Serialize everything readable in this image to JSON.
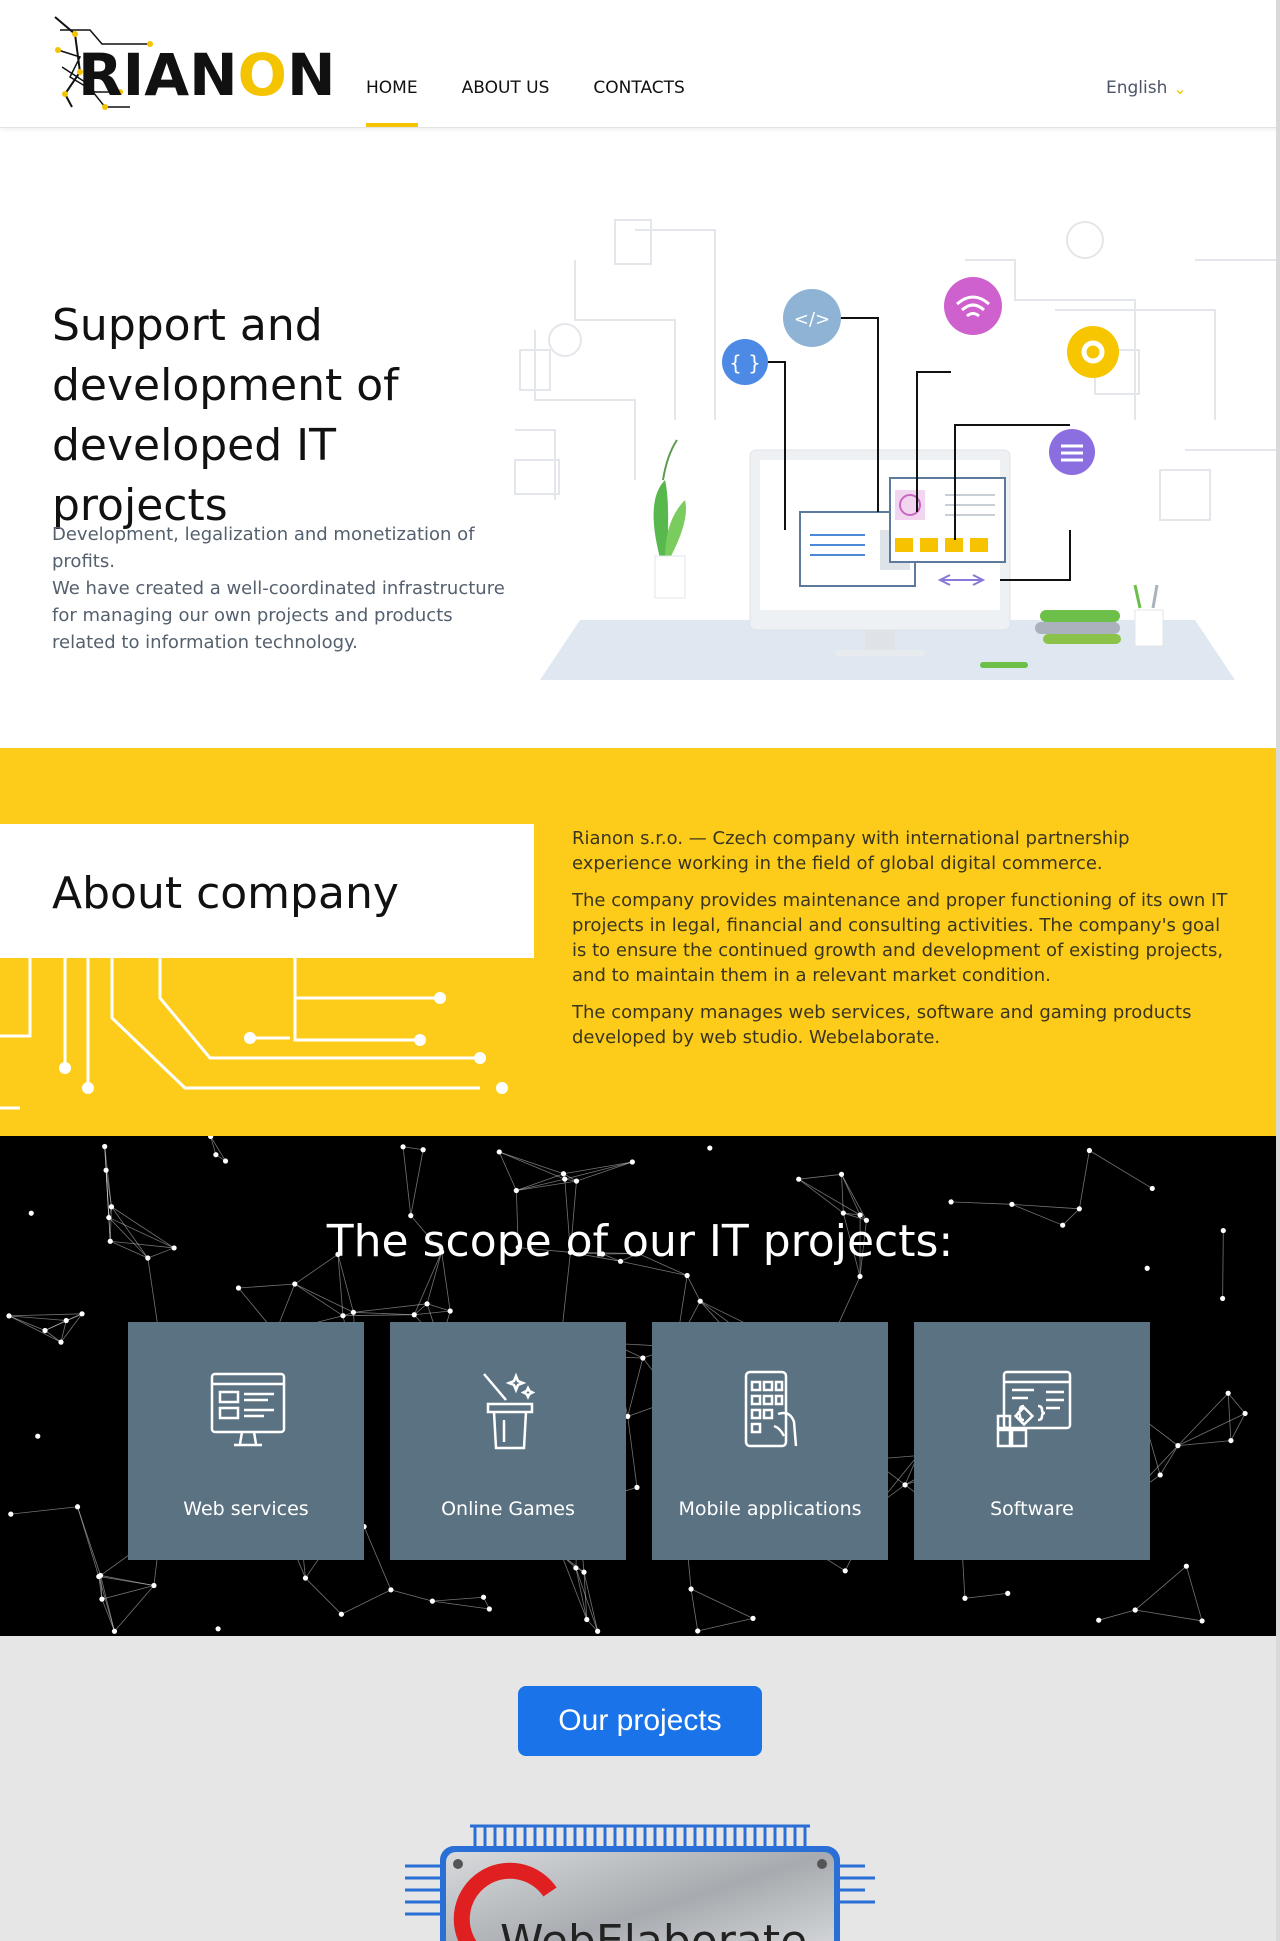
{
  "header": {
    "logo_text": "RIANON",
    "nav": [
      {
        "label": "HOME",
        "active": true
      },
      {
        "label": "ABOUT US",
        "active": false
      },
      {
        "label": "CONTACTS",
        "active": false
      }
    ],
    "language": "English"
  },
  "hero": {
    "title": "Support and development of developed IT projects",
    "desc_line1": "Development, legalization and monetization of profits.",
    "desc_line2": "We have created a well-coordinated infrastructure for managing our own projects and products related to information technology."
  },
  "about": {
    "title": "About company",
    "paragraphs": [
      "Rianon s.r.o. — Czech company with international partnership experience working in the field of global digital commerce.",
      "The company provides maintenance and proper functioning of its own IT projects in legal, financial and consulting activities. The company's goal is to ensure the continued growth and development of existing projects, and to maintain them in a relevant market condition.",
      "The company manages web services, software and gaming products developed by web studio. Webelaborate."
    ]
  },
  "scope": {
    "title": "The scope of our IT projects:",
    "cards": [
      {
        "label": "Web services",
        "icon": "monitor-icon"
      },
      {
        "label": "Online Games",
        "icon": "magic-hat-icon"
      },
      {
        "label": "Mobile applications",
        "icon": "smartphone-icon"
      },
      {
        "label": "Software",
        "icon": "software-icon"
      }
    ]
  },
  "projects": {
    "button_label": "Our projects",
    "chip_text": "WebElaborate"
  },
  "colors": {
    "accent_yellow": "#fdcc1b",
    "card_slate": "#5b7282",
    "button_blue": "#1a73e8"
  }
}
